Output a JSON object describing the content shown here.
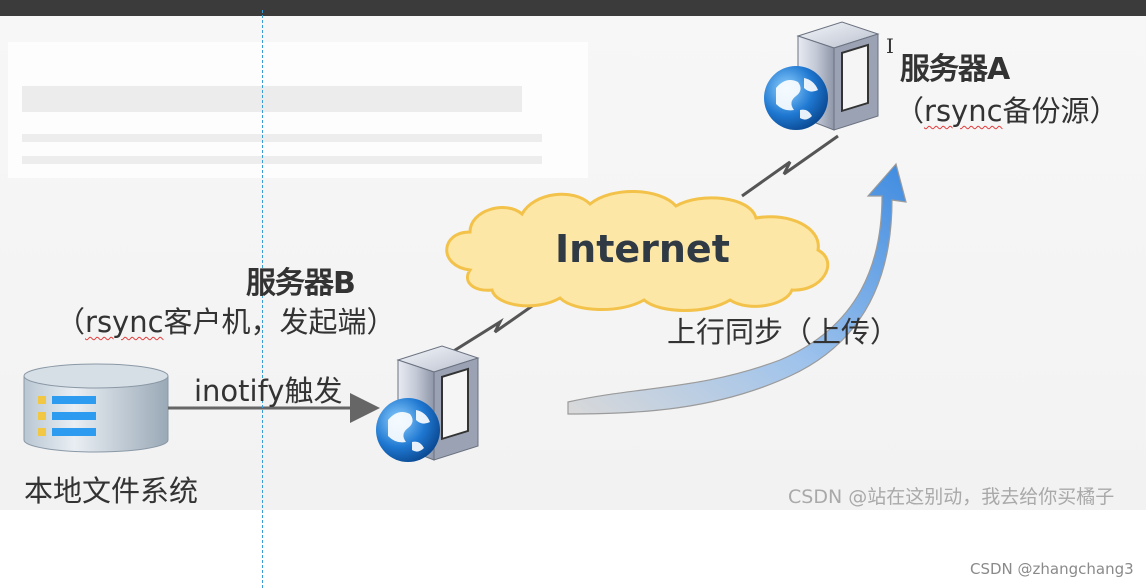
{
  "server_a": {
    "title": "服务器A",
    "sub_prefix": "（",
    "sub_underlined": "rsync",
    "sub_suffix": "备份源）"
  },
  "server_b": {
    "title": "服务器B",
    "sub_prefix": "（",
    "sub_underlined": "rsync",
    "sub_suffix": "客户机，发起端）"
  },
  "cloud_label": "Internet",
  "inotify_label": "inotify触发",
  "sync_label": "上行同步（上传）",
  "local_fs_label": "本地文件系统",
  "cursor_glyph": "I",
  "watermark_inner": "CSDN @站在这别动，我去给你买橘子",
  "watermark_outer": "CSDN @zhangchang3",
  "colors": {
    "cloud_fill": "#fde7a6",
    "cloud_stroke": "#f3c24a",
    "upload_arrow": "#4a90e2",
    "server_body": "#c6cbd6",
    "globe": "#1f78d1",
    "db_stripes": "#2d9cf0",
    "guide_line": "#3a9bd5"
  },
  "icons": [
    "server-icon",
    "globe-icon",
    "database-icon",
    "cloud-icon",
    "lightning-link",
    "arrow-right",
    "curved-upload-arrow"
  ]
}
